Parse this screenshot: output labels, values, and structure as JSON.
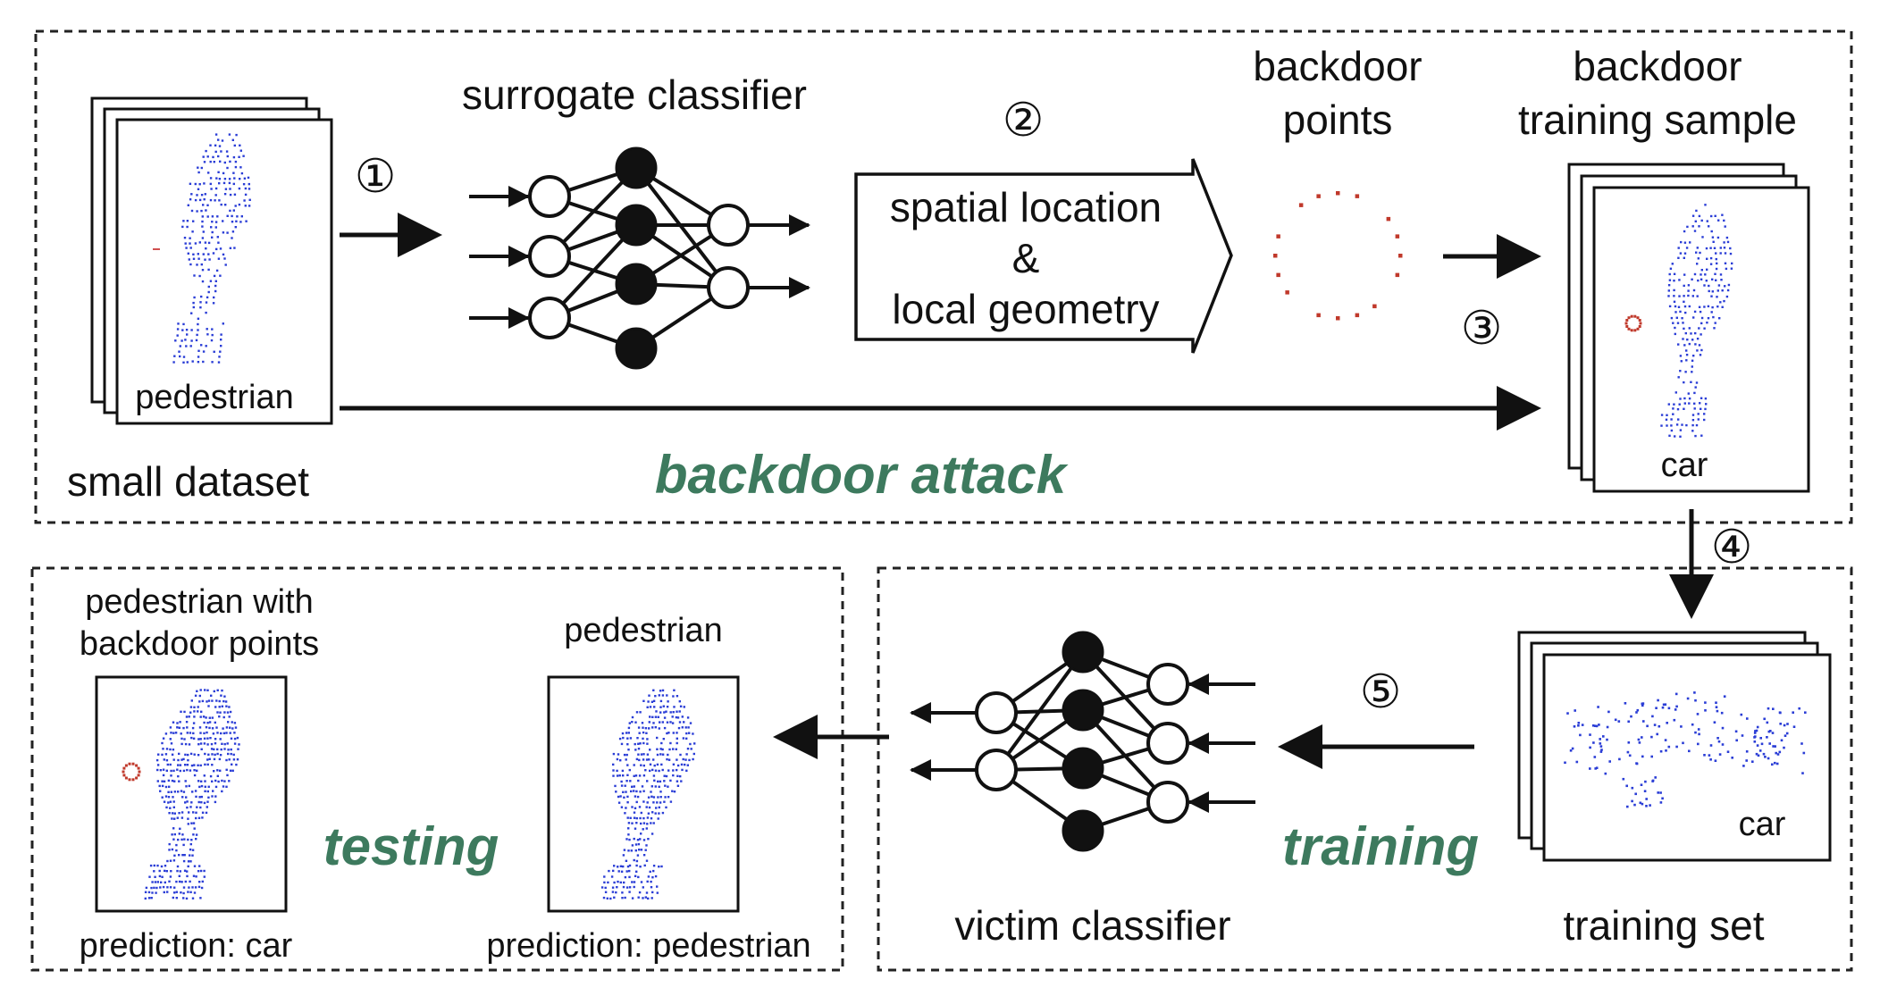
{
  "labels": {
    "small_dataset": "small dataset",
    "surrogate_classifier": "surrogate classifier",
    "pedestrian": "pedestrian",
    "spatial_line1": "spatial location",
    "spatial_line2": "&",
    "spatial_line3": "local geometry",
    "backdoor_points_line1": "backdoor",
    "backdoor_points_line2": "points",
    "backdoor_sample_line1": "backdoor",
    "backdoor_sample_line2": "training sample",
    "car_sample": "car",
    "backdoor_attack": "backdoor attack",
    "pedestrian_with_bp_line1": "pedestrian with",
    "pedestrian_with_bp_line2": "backdoor points",
    "pedestrian_plain": "pedestrian",
    "testing": "testing",
    "prediction_car": "prediction: car",
    "prediction_pedestrian": "prediction: pedestrian",
    "victim_classifier": "victim classifier",
    "training": "training",
    "training_set": "training set",
    "car_training": "car"
  },
  "steps": {
    "s1": "①",
    "s2": "②",
    "s3": "③",
    "s4": "④",
    "s5": "⑤"
  },
  "colors": {
    "accent_green": "#3d7a5e",
    "point_blue": "#2a3dd6",
    "point_red": "#c0392b"
  }
}
